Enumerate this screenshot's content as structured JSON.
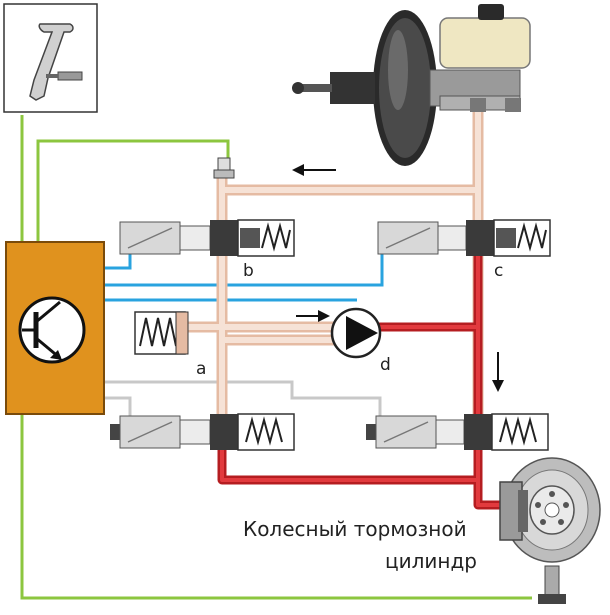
{
  "labels": {
    "a": "a",
    "b": "b",
    "c": "c",
    "d": "d"
  },
  "caption": {
    "line1": "Колесный тормозной",
    "line2": "цилиндр"
  },
  "colors": {
    "wire_green": "#8cc63f",
    "wire_blue": "#29a3df",
    "wire_gray": "#c8c8c8",
    "line_low_pressure": "#f0d2c0",
    "line_high_pressure": "#d7262a",
    "control_unit": "#e0921e"
  },
  "icons": [
    "brake-pedal-icon",
    "transistor-icon",
    "pump-icon",
    "brake-booster-icon",
    "brake-disc-icon",
    "arrow-icon"
  ]
}
